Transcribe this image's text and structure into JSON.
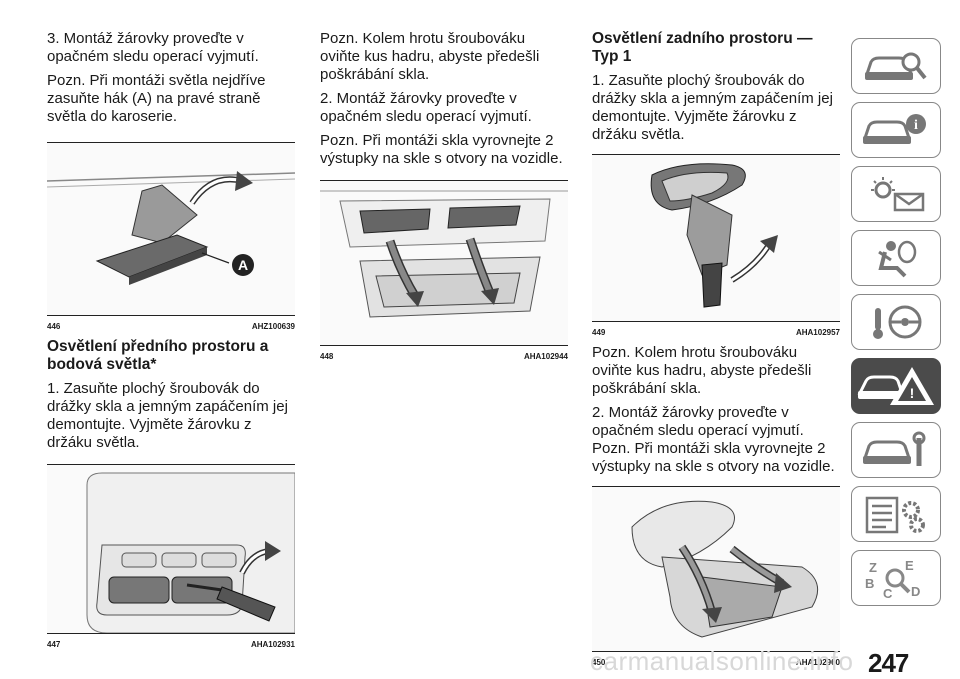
{
  "col1": {
    "p1": "3. Montáž žárovky proveďte v opačném sledu operací vyjmutí.",
    "p2": "Pozn. Při montáži světla nejdříve zasuňte hák (A) na pravé straně světla do karoserie.",
    "fig446": {
      "num": "446",
      "code": "AHZ100639",
      "callout": "A"
    },
    "heading": "Osvětlení předního prostoru a bodová světla*",
    "p3": "1. Zasuňte plochý šroubovák do drážky skla a jemným zapáčením jej demontujte. Vyjměte žárovku z držáku světla.",
    "fig447": {
      "num": "447",
      "code": "AHA102931"
    }
  },
  "col2": {
    "p1": "Pozn. Kolem hrotu šroubováku oviňte kus hadru, abyste předešli poškrábání skla.",
    "p2": "2. Montáž žárovky proveďte v opačném sledu operací vyjmutí.",
    "p3": "Pozn. Při montáži skla vyrovnejte 2 výstupky na skle s otvory na vozidle.",
    "fig448": {
      "num": "448",
      "code": "AHA102944"
    }
  },
  "col3": {
    "heading": "Osvětlení zadního prostoru — Typ 1",
    "p1": "1. Zasuňte plochý šroubovák do drážky skla a jemným zapáčením jej demontujte. Vyjměte žárovku z držáku světla.",
    "fig449": {
      "num": "449",
      "code": "AHA102957"
    },
    "p2": "Pozn. Kolem hrotu šroubováku oviňte kus hadru, abyste předešli poškrábání skla.",
    "p3": "2. Montáž žárovky proveďte v opačném sledu operací vyjmutí.",
    "p4": "Pozn. Při montáži skla vyrovnejte 2 výstupky na skle s otvory na vozidle.",
    "fig450": {
      "num": "450",
      "code": "AHA102960"
    }
  },
  "sidebar": {
    "tabs": [
      {
        "icon": "car-search-icon",
        "active": false
      },
      {
        "icon": "car-info-icon",
        "active": false
      },
      {
        "icon": "warning-light-envelope-icon",
        "active": false
      },
      {
        "icon": "airbag-person-icon",
        "active": false
      },
      {
        "icon": "steering-wheel-key-icon",
        "active": false
      },
      {
        "icon": "car-warning-triangle-icon",
        "active": true
      },
      {
        "icon": "car-wrench-icon",
        "active": false
      },
      {
        "icon": "specs-gears-icon",
        "active": false
      },
      {
        "icon": "alphabet-index-icon",
        "active": false
      }
    ]
  },
  "page_number": "247",
  "watermark": "carmanualsonline.info",
  "colors": {
    "text": "#1a1a1a",
    "rule": "#222222",
    "tab_border": "#888888",
    "tab_active": "#4b4b4b",
    "watermark": "#d8d8d8"
  }
}
